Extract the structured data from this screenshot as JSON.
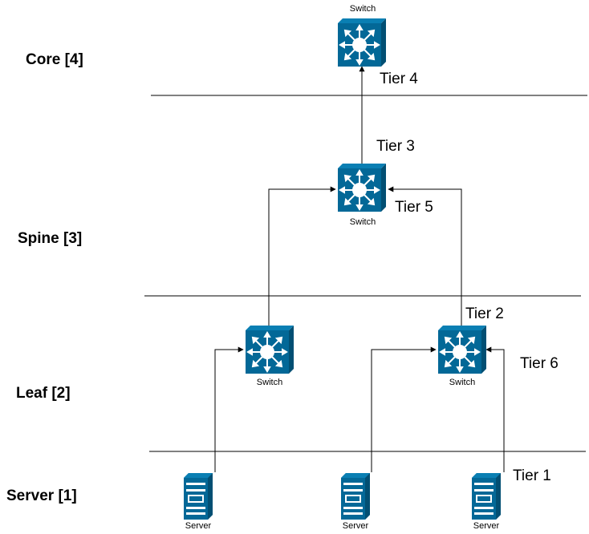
{
  "layers": [
    {
      "id": "core",
      "label": "Core [4]"
    },
    {
      "id": "spine",
      "label": "Spine [3]"
    },
    {
      "id": "leaf",
      "label": "Leaf [2]"
    },
    {
      "id": "server",
      "label": "Server [1]"
    }
  ],
  "tiers": {
    "tier1": "Tier 1",
    "tier2": "Tier 2",
    "tier3": "Tier 3",
    "tier4": "Tier 4",
    "tier5": "Tier 5",
    "tier6": "Tier 6"
  },
  "devices": {
    "core_switch": {
      "type": "switch",
      "caption": "Switch"
    },
    "spine_switch": {
      "type": "switch",
      "caption": "Switch"
    },
    "leaf_switch_1": {
      "type": "switch",
      "caption": "Switch"
    },
    "leaf_switch_2": {
      "type": "switch",
      "caption": "Switch"
    },
    "server_1": {
      "type": "server",
      "caption": "Server"
    },
    "server_2": {
      "type": "server",
      "caption": "Server"
    },
    "server_3": {
      "type": "server",
      "caption": "Server"
    }
  },
  "connections": [
    {
      "from": "server_1",
      "to": "leaf_switch_1"
    },
    {
      "from": "server_2",
      "to": "leaf_switch_2"
    },
    {
      "from": "server_3",
      "to": "leaf_switch_2"
    },
    {
      "from": "leaf_switch_1",
      "to": "spine_switch"
    },
    {
      "from": "leaf_switch_2",
      "to": "spine_switch"
    },
    {
      "from": "spine_switch",
      "to": "core_switch"
    }
  ],
  "colors": {
    "switch_fill": "#036897",
    "switch_side": "#024f73",
    "server_fill": "#036897",
    "line": "#000000"
  }
}
